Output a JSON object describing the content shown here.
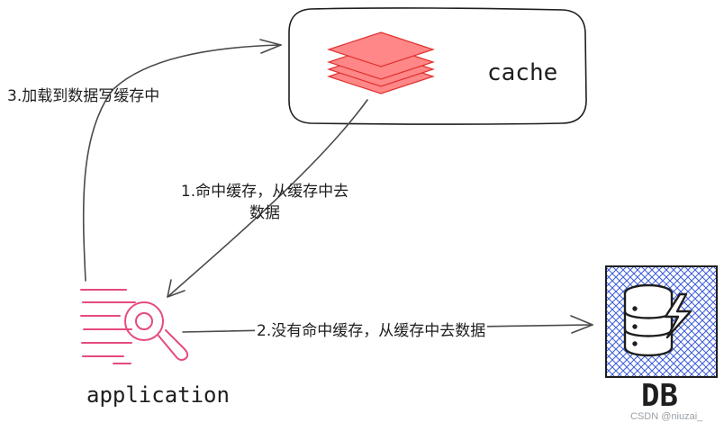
{
  "nodes": {
    "cache": {
      "label": "cache"
    },
    "application": {
      "label": "application"
    },
    "db": {
      "label": "DB"
    }
  },
  "edges": {
    "hit": {
      "label_line1": "1.命中缓存，从缓存中去",
      "label_line2": "数据"
    },
    "miss": {
      "label": "2.没有命中缓存，从缓存中去数据"
    },
    "load": {
      "label": "3.加载到数据写缓存中"
    }
  },
  "watermark": "CSDN @niuzai_",
  "colors": {
    "stroke": "#1e1e1e",
    "arrow": "#4a4a4a",
    "cache_layer_fill": "#ff8787",
    "cache_layer_stroke": "#e03131",
    "app_icon": "#e64980",
    "db_fill": "#3b5bdb"
  },
  "icons": {
    "cache": "stacked-layers-icon",
    "application": "search-icon",
    "db": "database-lightning-icon"
  }
}
